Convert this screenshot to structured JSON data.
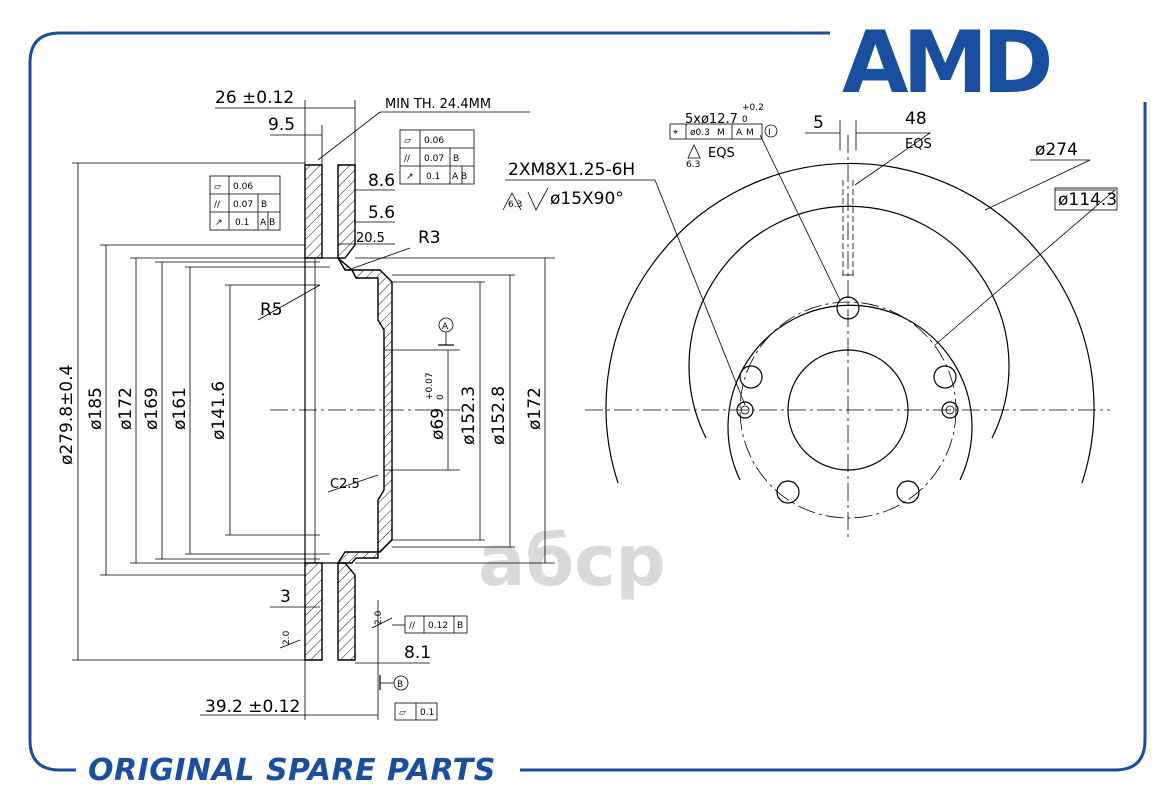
{
  "brand": {
    "logo_text": "AMD",
    "color": "#1a4fa0"
  },
  "footer": {
    "text": "ORIGINAL SPARE PARTS"
  },
  "watermark": {
    "text": "aбcp"
  },
  "section_view": {
    "overall_thickness": "26 ±0.12",
    "min_thickness": "MIN TH. 24.4MM",
    "dim_9_5": "9.5",
    "dim_8_6": "8.6",
    "dim_5_6": "5.6",
    "dim_20_5": "20.5",
    "radius_r3": "R3",
    "radius_r5": "R5",
    "chamfer": "C2.5",
    "dim_3": "3",
    "dim_8_1": "8.1",
    "total_height": "39.2 ±0.12",
    "roughness_a": "2.0",
    "roughness_b": "2.0",
    "datum_a": "A",
    "datum_b": "B",
    "diameters": {
      "d_outer": "ø279.8±0.4",
      "d185": "ø185",
      "d172_left": "ø172",
      "d169": "ø169",
      "d161": "ø161",
      "d141_6": "ø141.6",
      "d69": "ø69",
      "d69_tol_upper": "+0.07",
      "d69_tol_lower": "0",
      "d152_3": "ø152.3",
      "d152_8": "ø152.8",
      "d172_right": "ø172"
    },
    "tol_frame_top": [
      {
        "symbol": "flatness",
        "value": "0.06",
        "datum": ""
      },
      {
        "symbol": "parallelism",
        "value": "0.07",
        "datum": "B"
      },
      {
        "symbol": "runout",
        "value": "0.1",
        "datum": "A B"
      }
    ],
    "tol_frame_left": [
      {
        "symbol": "flatness",
        "value": "0.06",
        "datum": ""
      },
      {
        "symbol": "parallelism",
        "value": "0.07",
        "datum": "B"
      },
      {
        "symbol": "runout",
        "value": "0.1",
        "datum": "A B"
      }
    ],
    "tol_frame_hub": {
      "symbol": "parallelism",
      "value": "0.12",
      "datum": "B"
    },
    "tol_frame_bottom": {
      "symbol": "flatness",
      "value": "0.1"
    }
  },
  "front_view": {
    "thread_callout": "2XM8X1.25-6H",
    "thread_roughness": "6.3",
    "countersink": "ø15X90°",
    "holes_callout": "5xø12.7",
    "holes_tol_upper": "+0.2",
    "holes_tol_lower": "0",
    "position_frame": {
      "value": "ø0.3",
      "mod": "M",
      "datums": "A",
      "mod2": "M",
      "extra": "I"
    },
    "eqs_roughness": "6.3",
    "eqs_label": "EQS",
    "dim_5": "5",
    "dim_48": "48",
    "eqs_label_2": "EQS",
    "d274": "ø274",
    "pcd": "ø114.3"
  }
}
